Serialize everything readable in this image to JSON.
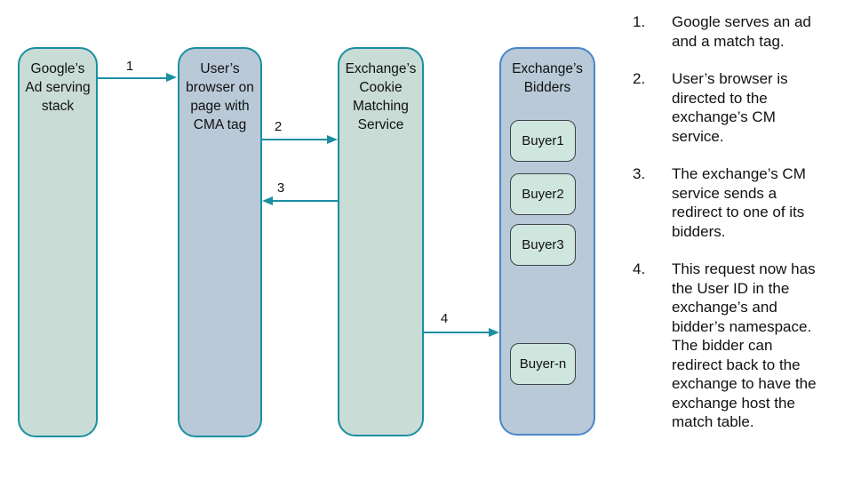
{
  "diagram": {
    "lanes": {
      "google": {
        "label": "Google’s\nAd serving\nstack"
      },
      "browser": {
        "label": "User’s\nbrowser on\npage with\nCMA tag"
      },
      "cm_service": {
        "label": "Exchange’s\nCookie\nMatching\nService"
      },
      "bidders": {
        "label": "Exchange’s\nBidders"
      }
    },
    "buyers": [
      "Buyer1",
      "Buyer2",
      "Buyer3",
      "Buyer-n"
    ],
    "arrow_labels": {
      "a1": "1",
      "a2": "2",
      "a3": "3",
      "a4": "4"
    }
  },
  "steps": [
    {
      "num": "1.",
      "text": "Google serves an ad\nand a match tag."
    },
    {
      "num": "2.",
      "text": "User’s browser is\ndirected to the\nexchange’s CM\nservice."
    },
    {
      "num": "3.",
      "text": "The exchange’s CM\nservice sends a\nredirect to one of its\nbidders."
    },
    {
      "num": "4.",
      "text": "This request now has\nthe User ID in the\nexchange’s and\nbidder’s namespace.\nThe bidder can\nredirect back to the\nexchange to have the\nexchange host the\nmatch table."
    }
  ],
  "colors": {
    "teal_border": "#1b8fa1",
    "green_fill": "#c9dcd5",
    "blue_fill": "#b9c9d8",
    "bidders_border": "#4a85cc",
    "buyer_fill": "#cfe6df",
    "buyer_border": "#3e4245",
    "text": "#111111"
  }
}
